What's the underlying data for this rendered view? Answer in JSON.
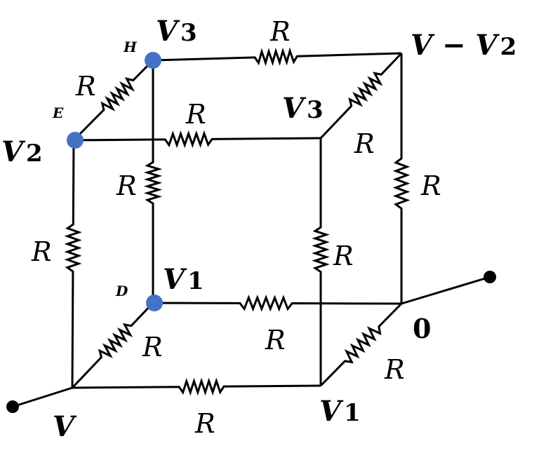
{
  "colors": {
    "wire": "#000000",
    "node_dot": "#4472C4",
    "terminal": "#000000"
  },
  "resistor_label": "R",
  "nodes": {
    "H": {
      "name": "H",
      "potential": "V",
      "sub": "3"
    },
    "E": {
      "name": "E",
      "potential": "V",
      "sub": "2"
    },
    "D": {
      "name": "D",
      "potential": "V",
      "sub": "1"
    },
    "front_top_right": {
      "potential": "V",
      "sub": "3"
    },
    "back_top_right": {
      "potential": "V − V",
      "sub": "2"
    },
    "back_bottom_right": {
      "potential": "0"
    },
    "front_bottom_left": {
      "potential": "V"
    },
    "front_bottom_right": {
      "potential": "V",
      "sub": "1"
    }
  }
}
